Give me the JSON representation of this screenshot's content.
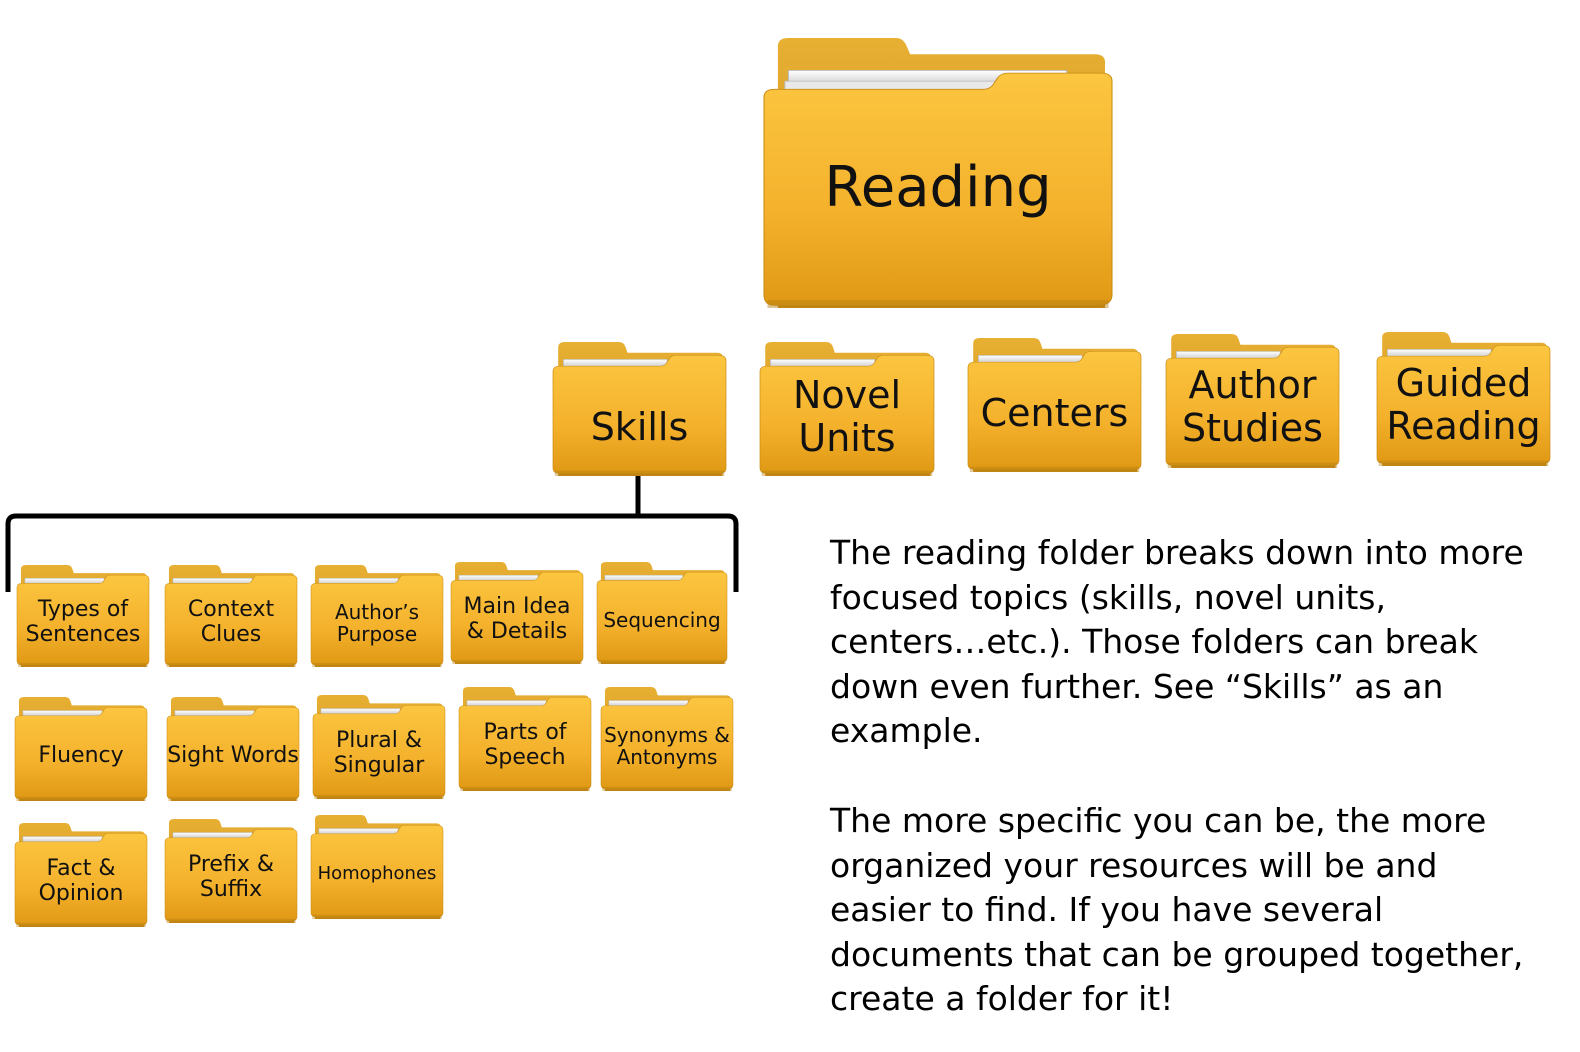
{
  "main_folder": {
    "label": "Reading"
  },
  "subfolders": [
    {
      "id": "skills",
      "label": "Skills"
    },
    {
      "id": "novel-units",
      "label": "Novel\nUnits"
    },
    {
      "id": "centers",
      "label": "Centers"
    },
    {
      "id": "author-studies",
      "label": "Author\nStudies"
    },
    {
      "id": "guided-reading",
      "label": "Guided\nReading"
    }
  ],
  "skill_folders": [
    {
      "label": "Types of\nSentences"
    },
    {
      "label": "Context\nClues"
    },
    {
      "label": "Author’s\nPurpose"
    },
    {
      "label": "Main Idea\n& Details"
    },
    {
      "label": "Sequencing"
    },
    {
      "label": "Fluency"
    },
    {
      "label": "Sight Words"
    },
    {
      "label": "Plural &\nSingular"
    },
    {
      "label": "Parts of\nSpeech"
    },
    {
      "label": "Synonyms &\nAntonyms"
    },
    {
      "label": "Fact &\nOpinion"
    },
    {
      "label": "Prefix &\nSuffix"
    },
    {
      "label": "Homophones"
    }
  ],
  "description": {
    "paragraph1": "The reading folder breaks down into more focused topics (skills, novel units, centers…etc.).  Those folders can break down even further.  See “Skills” as an example.",
    "paragraph2": "The more specific you can be, the more organized your resources will be and easier to find.  If you have several documents that can be grouped together, create a folder for it!"
  },
  "colors": {
    "folder_front_top": "#fcc43b",
    "folder_front_bottom": "#e39c16",
    "folder_back": "#dea226",
    "paper": "#f2f2f2"
  }
}
